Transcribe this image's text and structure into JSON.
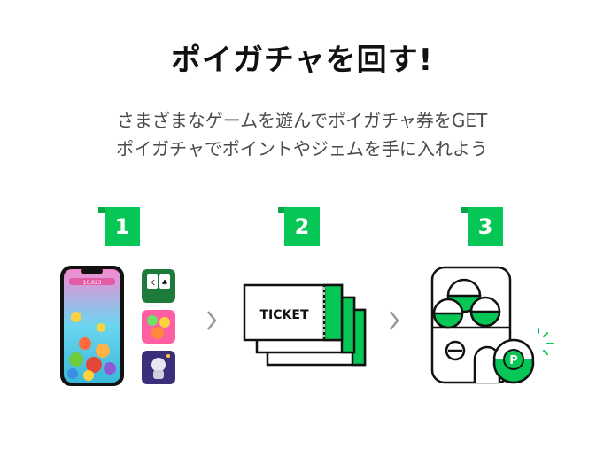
{
  "header": {
    "title": "ポイガチャを回す!",
    "subtitle_line1": "さまざまなゲームを遊んでポイガチャ券をGET",
    "subtitle_line2": "ポイガチャでポイントやジェムを手に入れよう"
  },
  "steps": [
    {
      "number": "1"
    },
    {
      "number": "2",
      "ticket_text": "TICKET"
    },
    {
      "number": "3",
      "coin_letter": "P"
    }
  ],
  "phone_game": {
    "top_counter": "10,823"
  },
  "colors": {
    "accent": "#06c755",
    "dark": "#111111",
    "text_secondary": "#4a4a4a"
  },
  "icons": [
    "phone-game-screen",
    "solitaire-app-icon",
    "candy-app-icon",
    "space-app-icon",
    "chevron-right-icon",
    "ticket-icon",
    "gacha-machine-icon",
    "point-coin-icon"
  ]
}
